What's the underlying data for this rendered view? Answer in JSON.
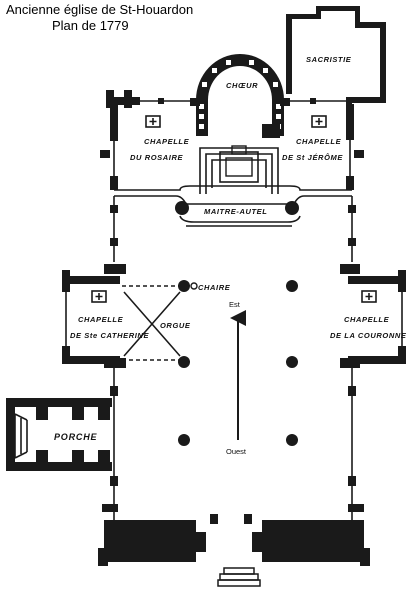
{
  "title": {
    "line1": "Ancienne église de St-Houardon",
    "line2": "Plan de 1779"
  },
  "labels": {
    "choeur": "CHŒUR",
    "sacristie": "SACRISTIE",
    "chapelle_rosaire_1": "CHAPELLE",
    "chapelle_rosaire_2": "DU ROSAIRE",
    "chapelle_jerome_1": "CHAPELLE",
    "chapelle_jerome_2": "DE St JÉRÔME",
    "maitre_autel": "MAITRE-AUTEL",
    "chaire": "CHAIRE",
    "orgue": "ORGUE",
    "chapelle_catherine_1": "CHAPELLE",
    "chapelle_catherine_2": "DE Ste CATHERINE",
    "chapelle_couronne_1": "CHAPELLE",
    "chapelle_couronne_2": "DE LA COURONNE",
    "porche": "PORCHE",
    "est": "Est",
    "ouest": "Ouest"
  }
}
